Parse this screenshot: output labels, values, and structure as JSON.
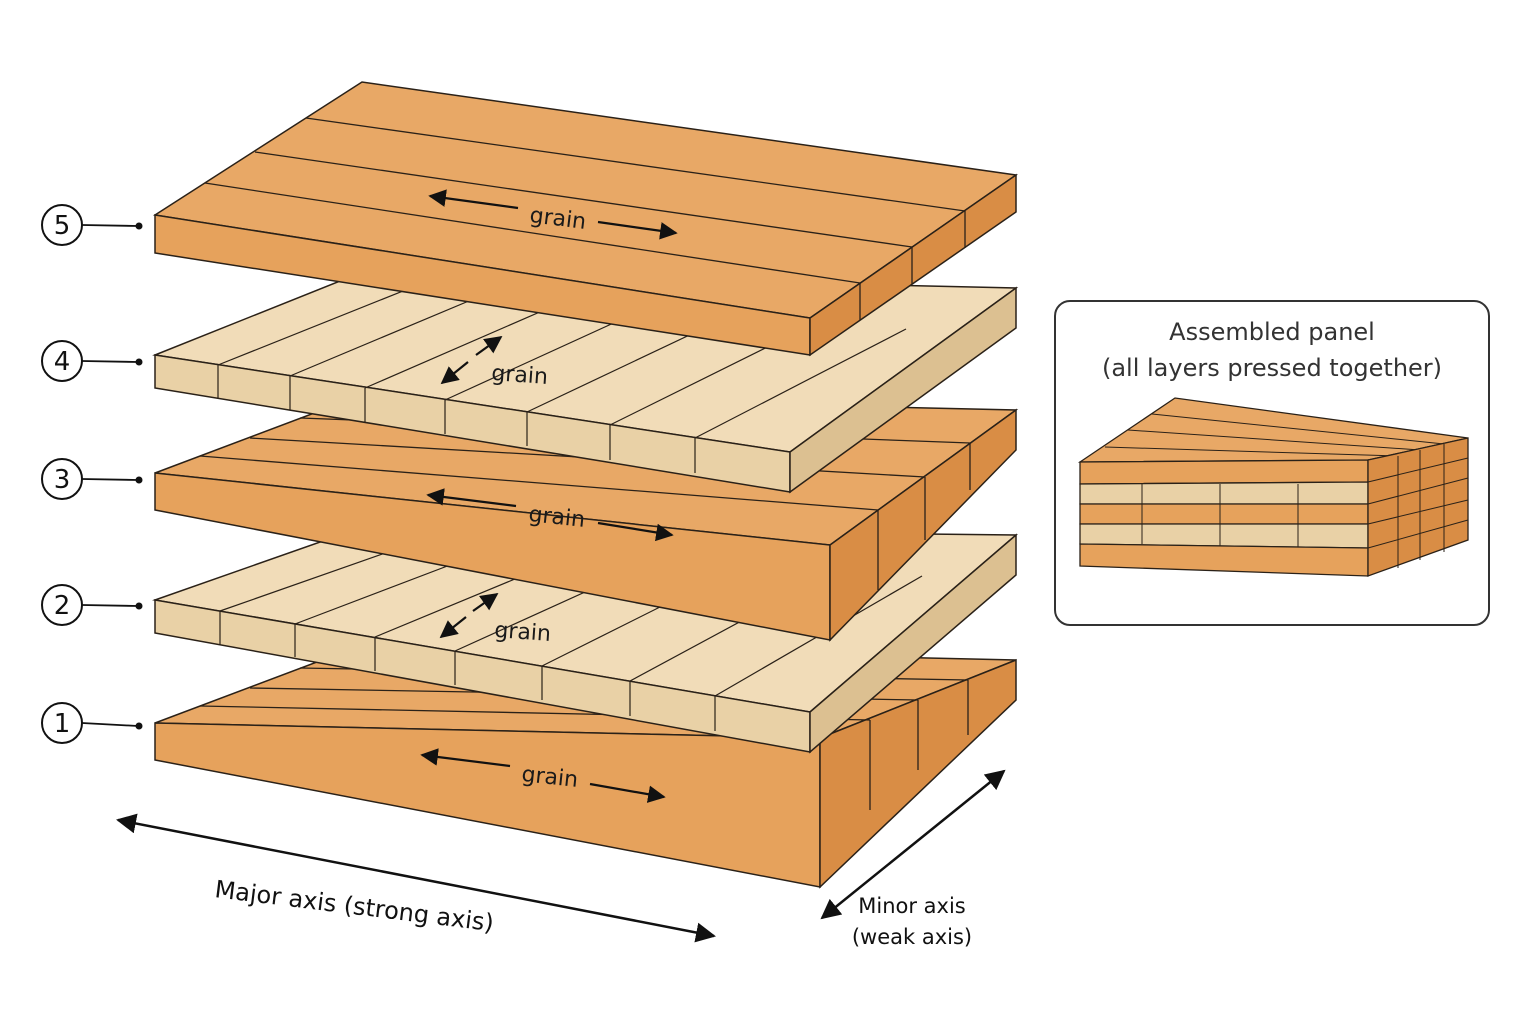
{
  "layers": [
    {
      "number": "1",
      "grain": "grain",
      "orientation": "major"
    },
    {
      "number": "2",
      "grain": "grain",
      "orientation": "minor"
    },
    {
      "number": "3",
      "grain": "grain",
      "orientation": "major"
    },
    {
      "number": "4",
      "grain": "grain",
      "orientation": "minor"
    },
    {
      "number": "5",
      "grain": "grain",
      "orientation": "major"
    }
  ],
  "axes": {
    "major_line1": "Major axis (strong axis)",
    "minor_line1": "Minor axis",
    "minor_line2": "(weak axis)"
  },
  "inset": {
    "title_line1": "Assembled panel",
    "title_line2": "(all layers pressed together)"
  },
  "colors": {
    "major_top": "#e8a866",
    "major_side": "#d98d45",
    "major_front": "#e6a25c",
    "minor_top": "#f1dcb8",
    "minor_front": "#e9d1a6",
    "minor_side": "#dcc091",
    "outline": "#2a2118"
  }
}
